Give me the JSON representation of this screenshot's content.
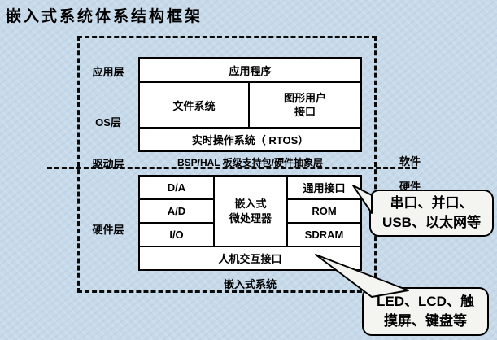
{
  "title": "嵌入式系统体系结构框架",
  "colors": {
    "background": "#c7daea",
    "box_fill": "#ffffff",
    "border": "#000000",
    "callout_fill": "#f4f5f1"
  },
  "layers": {
    "application": "应用层",
    "os": "OS层",
    "driver": "驱动层",
    "hardware": "硬件层"
  },
  "side": {
    "software": "软件",
    "hardware": "硬件"
  },
  "software_stack": {
    "application": "应用程序",
    "file_system": "文件系统",
    "gui_line1": "图形用户",
    "gui_line2": "接口",
    "rtos": "实时操作系统（ RTOS）"
  },
  "bsp_label": "BSP/HAL 板级支持包/硬件抽象层",
  "hardware_grid": {
    "io_cells": [
      "D/A",
      "A/D",
      "I/O"
    ],
    "cpu_line1": "嵌入式",
    "cpu_line2": "微处理器",
    "right_cells": [
      "通用接口",
      "ROM",
      "SDRAM"
    ],
    "hmi": "人机交互接口"
  },
  "system_label": "嵌入式系统",
  "callouts": {
    "interfaces": {
      "line1": "串口、并口、",
      "line2": "USB、以太网等"
    },
    "hmi_devices": {
      "line1": "LED、LCD、触",
      "line2": "摸屏、键盘等"
    }
  }
}
